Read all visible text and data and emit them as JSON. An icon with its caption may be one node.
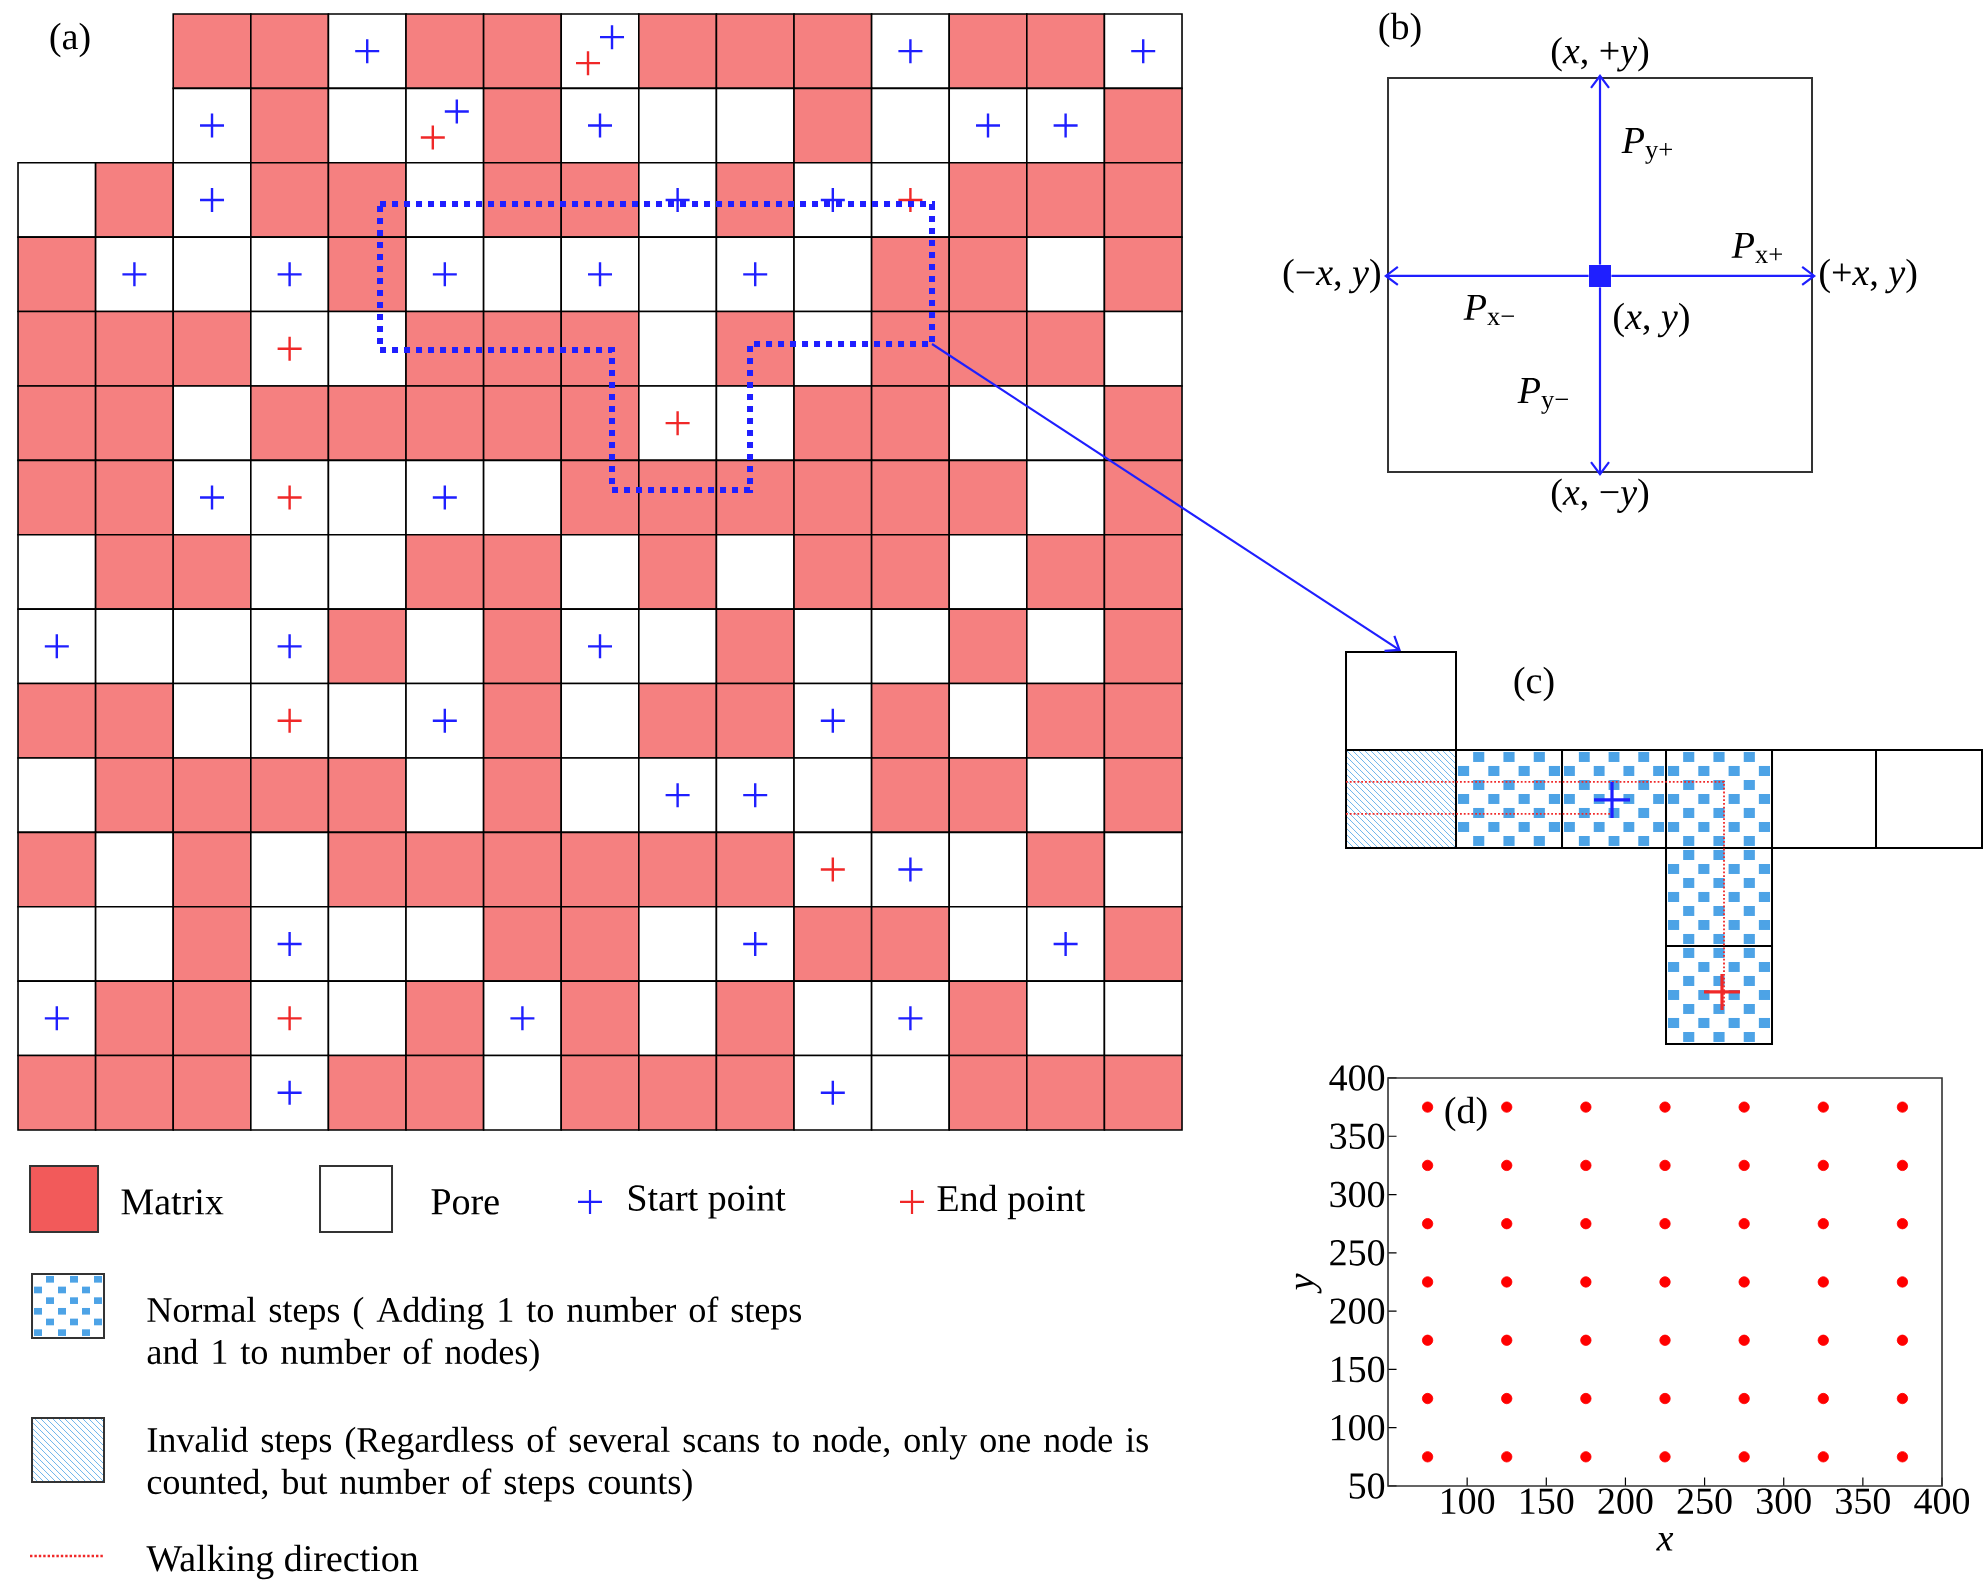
{
  "diagram": {
    "nodes": [
      {
        "text": [],
        "shape": "square",
        "beside": [
          "(*x*, *y*)"
        ]
      },
      {
        "text": [
          "(*x*, +*y*)"
        ]
      },
      {
        "text": [
          "(−*x*, *y*)"
        ]
      },
      {
        "text": [
          "(+*x*, *y*)"
        ]
      },
      {
        "text": [
          "(*x*, −*y*)"
        ]
      },
      {
        "text": [],
        "shape": "box"
      }
    ],
    "edges": [
      {
        "from": 0,
        "to": 1,
        "arrow": "to",
        "label": "*P*$_{y+}$"
      },
      {
        "from": 0,
        "to": 2,
        "arrow": "to",
        "label": "*P*$_{x−}$"
      },
      {
        "from": 0,
        "to": 3,
        "arrow": "to",
        "label": "*P*$_{x+}$"
      },
      {
        "from": 0,
        "to": 4,
        "arrow": "to",
        "label": "*P*$_{y−}$"
      },
      {
        "from": null,
        "to": 5,
        "arrow": "to"
      }
    ],
    "labels": [
      "(a)",
      "(b)",
      "(c)",
      "(d)"
    ],
    "legend": [
      {
        "text": "Matrix",
        "color": "#f25a5a"
      },
      {
        "text": "Pore"
      },
      {
        "text": "Start point"
      },
      {
        "text": "End point"
      },
      {
        "text": "Normal steps ( Adding 1 to number of steps and 1 to number of nodes)"
      },
      {
        "text": "Invalid steps (Regardless of several scans to node, only one node is counted, but  number of steps counts)"
      },
      {
        "text": "Walking direction"
      }
    ],
    "chart_data": {
      "type": "scatter",
      "xlabel": "x",
      "ylabel": "y",
      "xlim": [
        50,
        400
      ],
      "ylim": [
        50,
        400
      ],
      "xticks": [
        100,
        150,
        200,
        250,
        300,
        350,
        400
      ],
      "yticks": [
        50,
        100,
        150,
        200,
        250,
        300,
        350,
        400
      ],
      "x": [
        75,
        75,
        75,
        75,
        75,
        75,
        75,
        125,
        125,
        125,
        125,
        125,
        125,
        125,
        175,
        175,
        175,
        175,
        175,
        175,
        175,
        225,
        225,
        225,
        225,
        225,
        225,
        225,
        275,
        275,
        275,
        275,
        275,
        275,
        275,
        325,
        325,
        325,
        325,
        325,
        325,
        325,
        375,
        375,
        375,
        375,
        375,
        375,
        375
      ],
      "series": [
        {
          "color": "#ff0000",
          "values": [
            75,
            125,
            175,
            225,
            275,
            325,
            375,
            75,
            125,
            175,
            225,
            275,
            325,
            375,
            75,
            125,
            175,
            225,
            275,
            325,
            375,
            75,
            125,
            175,
            225,
            275,
            325,
            375,
            75,
            125,
            175,
            225,
            275,
            325,
            375,
            75,
            125,
            175,
            225,
            275,
            325,
            375,
            75,
            125,
            175,
            225,
            275,
            325,
            375
          ]
        }
      ]
    }
  }
}
